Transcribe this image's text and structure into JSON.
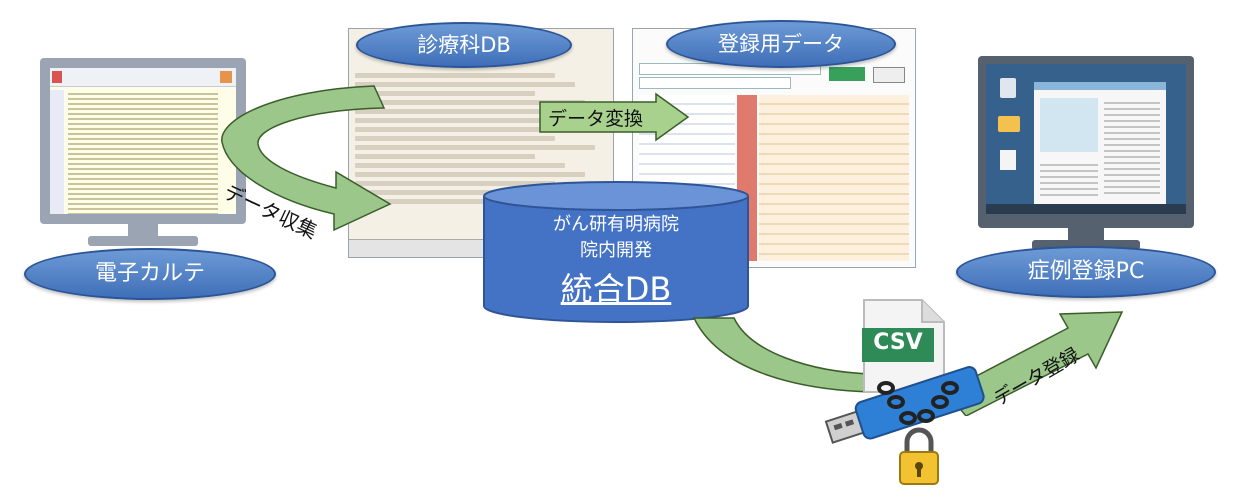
{
  "labels": {
    "emr": "電子カルテ",
    "dept_db": "診療科DB",
    "reg_data": "登録用データ",
    "case_pc": "症例登録PC"
  },
  "arrows": {
    "collect": "データ収集",
    "convert": "データ変換",
    "register": "データ登録"
  },
  "center_db": {
    "line1": "がん研有明病院",
    "line2": "院内開発",
    "line3": "統合DB"
  },
  "csv": {
    "label": "CSV"
  },
  "colors": {
    "pill": "#4a7cc7",
    "db_cylinder": "#4472c4",
    "arrow_green": "#9bc78a",
    "monitor": "#8c98a8"
  }
}
